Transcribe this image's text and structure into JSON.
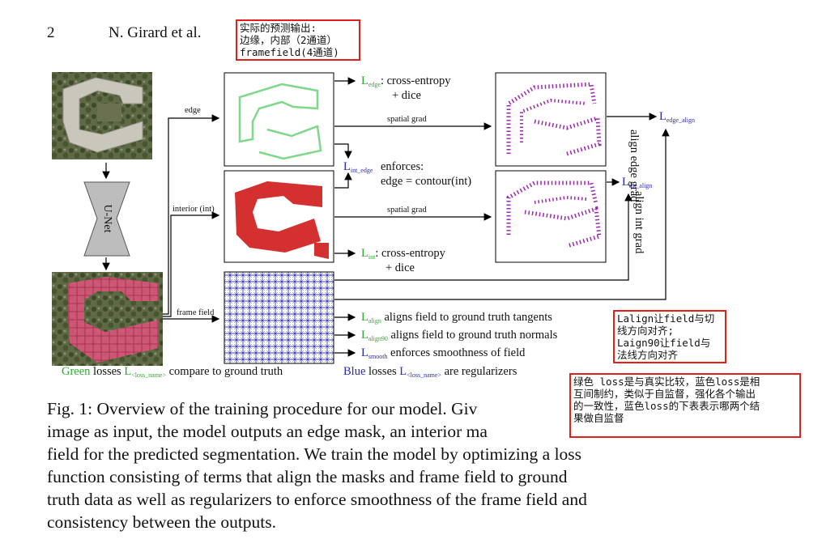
{
  "header": {
    "page_number": "2",
    "authors": "N. Girard et al."
  },
  "annotations": {
    "top_note": [
      "实际的预测输出:",
      "边缘，内部（2通道）",
      "framefield(4通道)"
    ],
    "align_note": [
      "Lalign让field与切",
      "线方向对齐;",
      "Laign90让field与",
      "法线方向对齐"
    ],
    "loss_note": [
      "绿色 loss是与真实比较，蓝色loss是相",
      "互间制约，类似于自监督，强化各个输出",
      "的一致性，蓝色loss的下表表示哪两个结",
      "果做自监督"
    ]
  },
  "figure": {
    "unet_label": "U-Net",
    "branch_edge": "edge",
    "branch_interior": "interior (int)",
    "branch_frame": "frame field",
    "spatial_grad_1": "spatial grad",
    "spatial_grad_2": "spatial grad",
    "align_edge_grad": "align edge grad",
    "align_int_grad": "align int grad",
    "loss_edge": {
      "L": "L",
      "sub": "edge",
      "text": ": cross-entropy",
      "text2": "+ dice"
    },
    "loss_int_edge": {
      "L": "L",
      "sub": "int_edge",
      "text": "enforces:",
      "text2": "edge = contour(int)"
    },
    "loss_int": {
      "L": "L",
      "sub": "int",
      "text": ": cross-entropy",
      "text2": "+ dice"
    },
    "loss_edge_align": {
      "L": "L",
      "sub": "edge_align"
    },
    "loss_int_align": {
      "L": "L",
      "sub": "int_align"
    },
    "loss_align": {
      "L": "L",
      "sub": "align",
      "text": "aligns field to ground truth tangents"
    },
    "loss_align90": {
      "L": "L",
      "sub": "align90",
      "text": "aligns field to ground truth normals"
    },
    "loss_smooth": {
      "L": "L",
      "sub": "smooth",
      "text": "enforces smoothness of field"
    },
    "legend_green_word": "Green",
    "legend_green_mid": "losses",
    "legend_green_L": "L",
    "legend_green_sub": "<loss_name>",
    "legend_green_tail": "compare to ground truth",
    "legend_blue_word": "Blue",
    "legend_blue_mid": "losses",
    "legend_blue_L": "L",
    "legend_blue_sub": "<loss_name>",
    "legend_blue_tail": "are regularizers"
  },
  "caption": {
    "lines": [
      "Fig. 1: Overview of the training procedure for our model. Giv",
      "image as input, the model outputs an edge mask, an interior ma",
      "field for the predicted segmentation. We train the model by optimizing a loss",
      "function consisting of terms that align the masks and frame field to ground",
      "truth data as well as regularizers to enforce smoothness of the frame field and",
      "consistency between the outputs."
    ]
  },
  "colors": {
    "green": "#2eaa2e",
    "blue": "#2a2ab8",
    "red_note": "#e0201a",
    "mask_red": "#d43030",
    "field_blue": "#3b3bbf",
    "purple": "#9c27b0"
  }
}
